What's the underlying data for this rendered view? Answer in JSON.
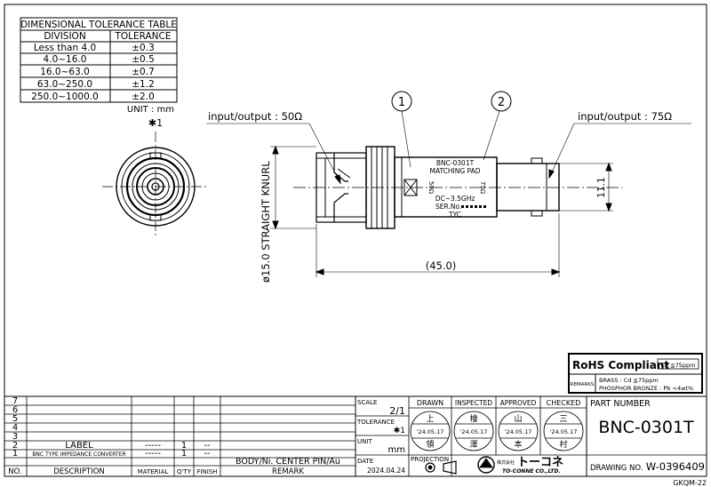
{
  "tolerance_table": {
    "title": "DIMENSIONAL TOLERANCE TABLE",
    "header_division": "DIVISION",
    "header_tolerance": "TOLERANCE",
    "rows": [
      {
        "division": "Less than 4.0",
        "tolerance": "±0.3"
      },
      {
        "division": "4.0~16.0",
        "tolerance": "±0.5"
      },
      {
        "division": "16.0~63.0",
        "tolerance": "±0.7"
      },
      {
        "division": "63.0~250.0",
        "tolerance": "±1.2"
      },
      {
        "division": "250.0~1000.0",
        "tolerance": "±2.0"
      }
    ],
    "unit": "UNIT : mm"
  },
  "front_view": {
    "note": "✱1"
  },
  "drawing": {
    "balloon_1": "1",
    "balloon_2": "2",
    "io_left": "input/output : 50Ω",
    "io_right": "input/output : 75Ω",
    "knurl": "ø15.0 STRAIGHT KNURL",
    "dim_length": "(45.0)",
    "dim_dia": "11.1",
    "body_lines": [
      "BNC-0301T",
      "MATCHING PAD"
    ],
    "body_50": "50Ω",
    "body_75": "75Ω",
    "body_freq": "DC~3.5GHz",
    "body_ser": "SER.No.",
    "body_brand": "TYC"
  },
  "rohs": {
    "title": "RoHS Compliant",
    "badge": "Cd ≦75ppm",
    "remarks_label": "REMARKS",
    "line1": "BRASS : Cd ≦75ppm",
    "line2": "PHOSPHOR BRONZE : Pb <4wt%"
  },
  "title_block": {
    "rows": [
      {
        "no": "7",
        "desc": "",
        "mat": "",
        "qty": "",
        "fin": "",
        "remark": ""
      },
      {
        "no": "6",
        "desc": "",
        "mat": "",
        "qty": "",
        "fin": "",
        "remark": ""
      },
      {
        "no": "5",
        "desc": "",
        "mat": "",
        "qty": "",
        "fin": "",
        "remark": ""
      },
      {
        "no": "4",
        "desc": "",
        "mat": "",
        "qty": "",
        "fin": "",
        "remark": ""
      },
      {
        "no": "3",
        "desc": "",
        "mat": "",
        "qty": "",
        "fin": "",
        "remark": ""
      },
      {
        "no": "2",
        "desc": "LABEL",
        "mat": "-----",
        "qty": "1",
        "fin": "--",
        "remark": ""
      },
      {
        "no": "1",
        "desc": "BNC TYPE IMPEDANCE CONVERTER",
        "mat": "-----",
        "qty": "1",
        "fin": "--",
        "remark": "BODY/Ni. CENTER PIN/Au"
      }
    ],
    "headers": {
      "no": "NO.",
      "desc": "DESCRIPTION",
      "mat": "MATERIAL",
      "qty": "Q'TY",
      "fin": "FINISH",
      "remark": "REMARK"
    },
    "scale_label": "SCALE",
    "scale_value": "2/1",
    "tolerance_label": "TOLERANCE",
    "tolerance_value": "✱1",
    "unit_label": "UNIT",
    "unit_value": "mm",
    "date_label": "DATE",
    "date_value": "2024.04.24",
    "projection_label": "PROJECTION",
    "approvals": [
      {
        "label": "DRAWN",
        "top": "上",
        "date": "'24.05.17",
        "bottom": "領"
      },
      {
        "label": "INSPECTED",
        "top": "檜",
        "date": "'24.05.17",
        "bottom": "澤"
      },
      {
        "label": "APPROVED",
        "top": "山",
        "date": "'24.05.17",
        "bottom": "本"
      },
      {
        "label": "CHECKED",
        "top": "三",
        "date": "'24.05.17",
        "bottom": "村"
      }
    ],
    "company_jp": "トーコネ",
    "company_en": "TO-CONNE CO.,LTD.",
    "company_prefix": "株式会社",
    "part_number_label": "PART NUMBER",
    "part_number": "BNC-0301T",
    "drawing_no_label": "DRAWING NO.",
    "drawing_no": "W-0396409",
    "form_code": "GKQM-22"
  }
}
